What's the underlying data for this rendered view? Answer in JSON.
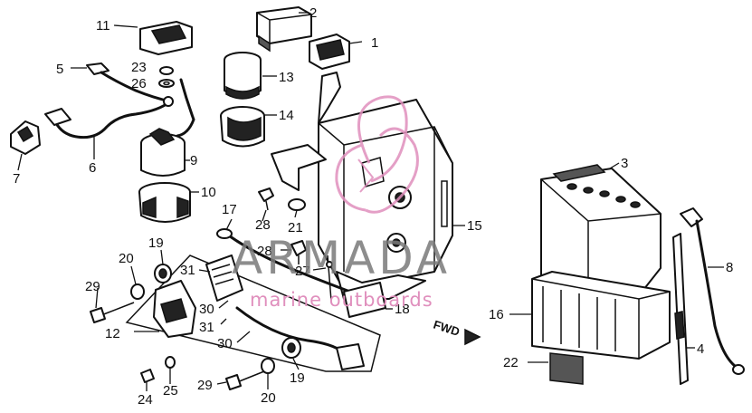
{
  "labels": {
    "l1": "1",
    "l2": "2",
    "l3": "3",
    "l4": "4",
    "l5": "5",
    "l6": "6",
    "l7": "7",
    "l8": "8",
    "l9": "9",
    "l10": "10",
    "l11": "11",
    "l12": "12",
    "l13": "13",
    "l14": "14",
    "l15": "15",
    "l16": "16",
    "l17": "17",
    "l18": "18",
    "l19a": "19",
    "l19b": "19",
    "l20a": "20",
    "l20b": "20",
    "l21": "21",
    "l22": "22",
    "l23": "23",
    "l24": "24",
    "l25": "25",
    "l26": "26",
    "l27": "27",
    "l28a": "28",
    "l28b": "28",
    "l29a": "29",
    "l29b": "29",
    "l30a": "30",
    "l30b": "30",
    "l31a": "31",
    "l31b": "31"
  },
  "fwd_marker": "FWD",
  "watermark": {
    "brand": "ARMADA",
    "tagline": "marine outboards",
    "colors": {
      "brand": "#7a7a7a",
      "tagline": "#e08fbd",
      "logo": "#e08fbd"
    }
  }
}
